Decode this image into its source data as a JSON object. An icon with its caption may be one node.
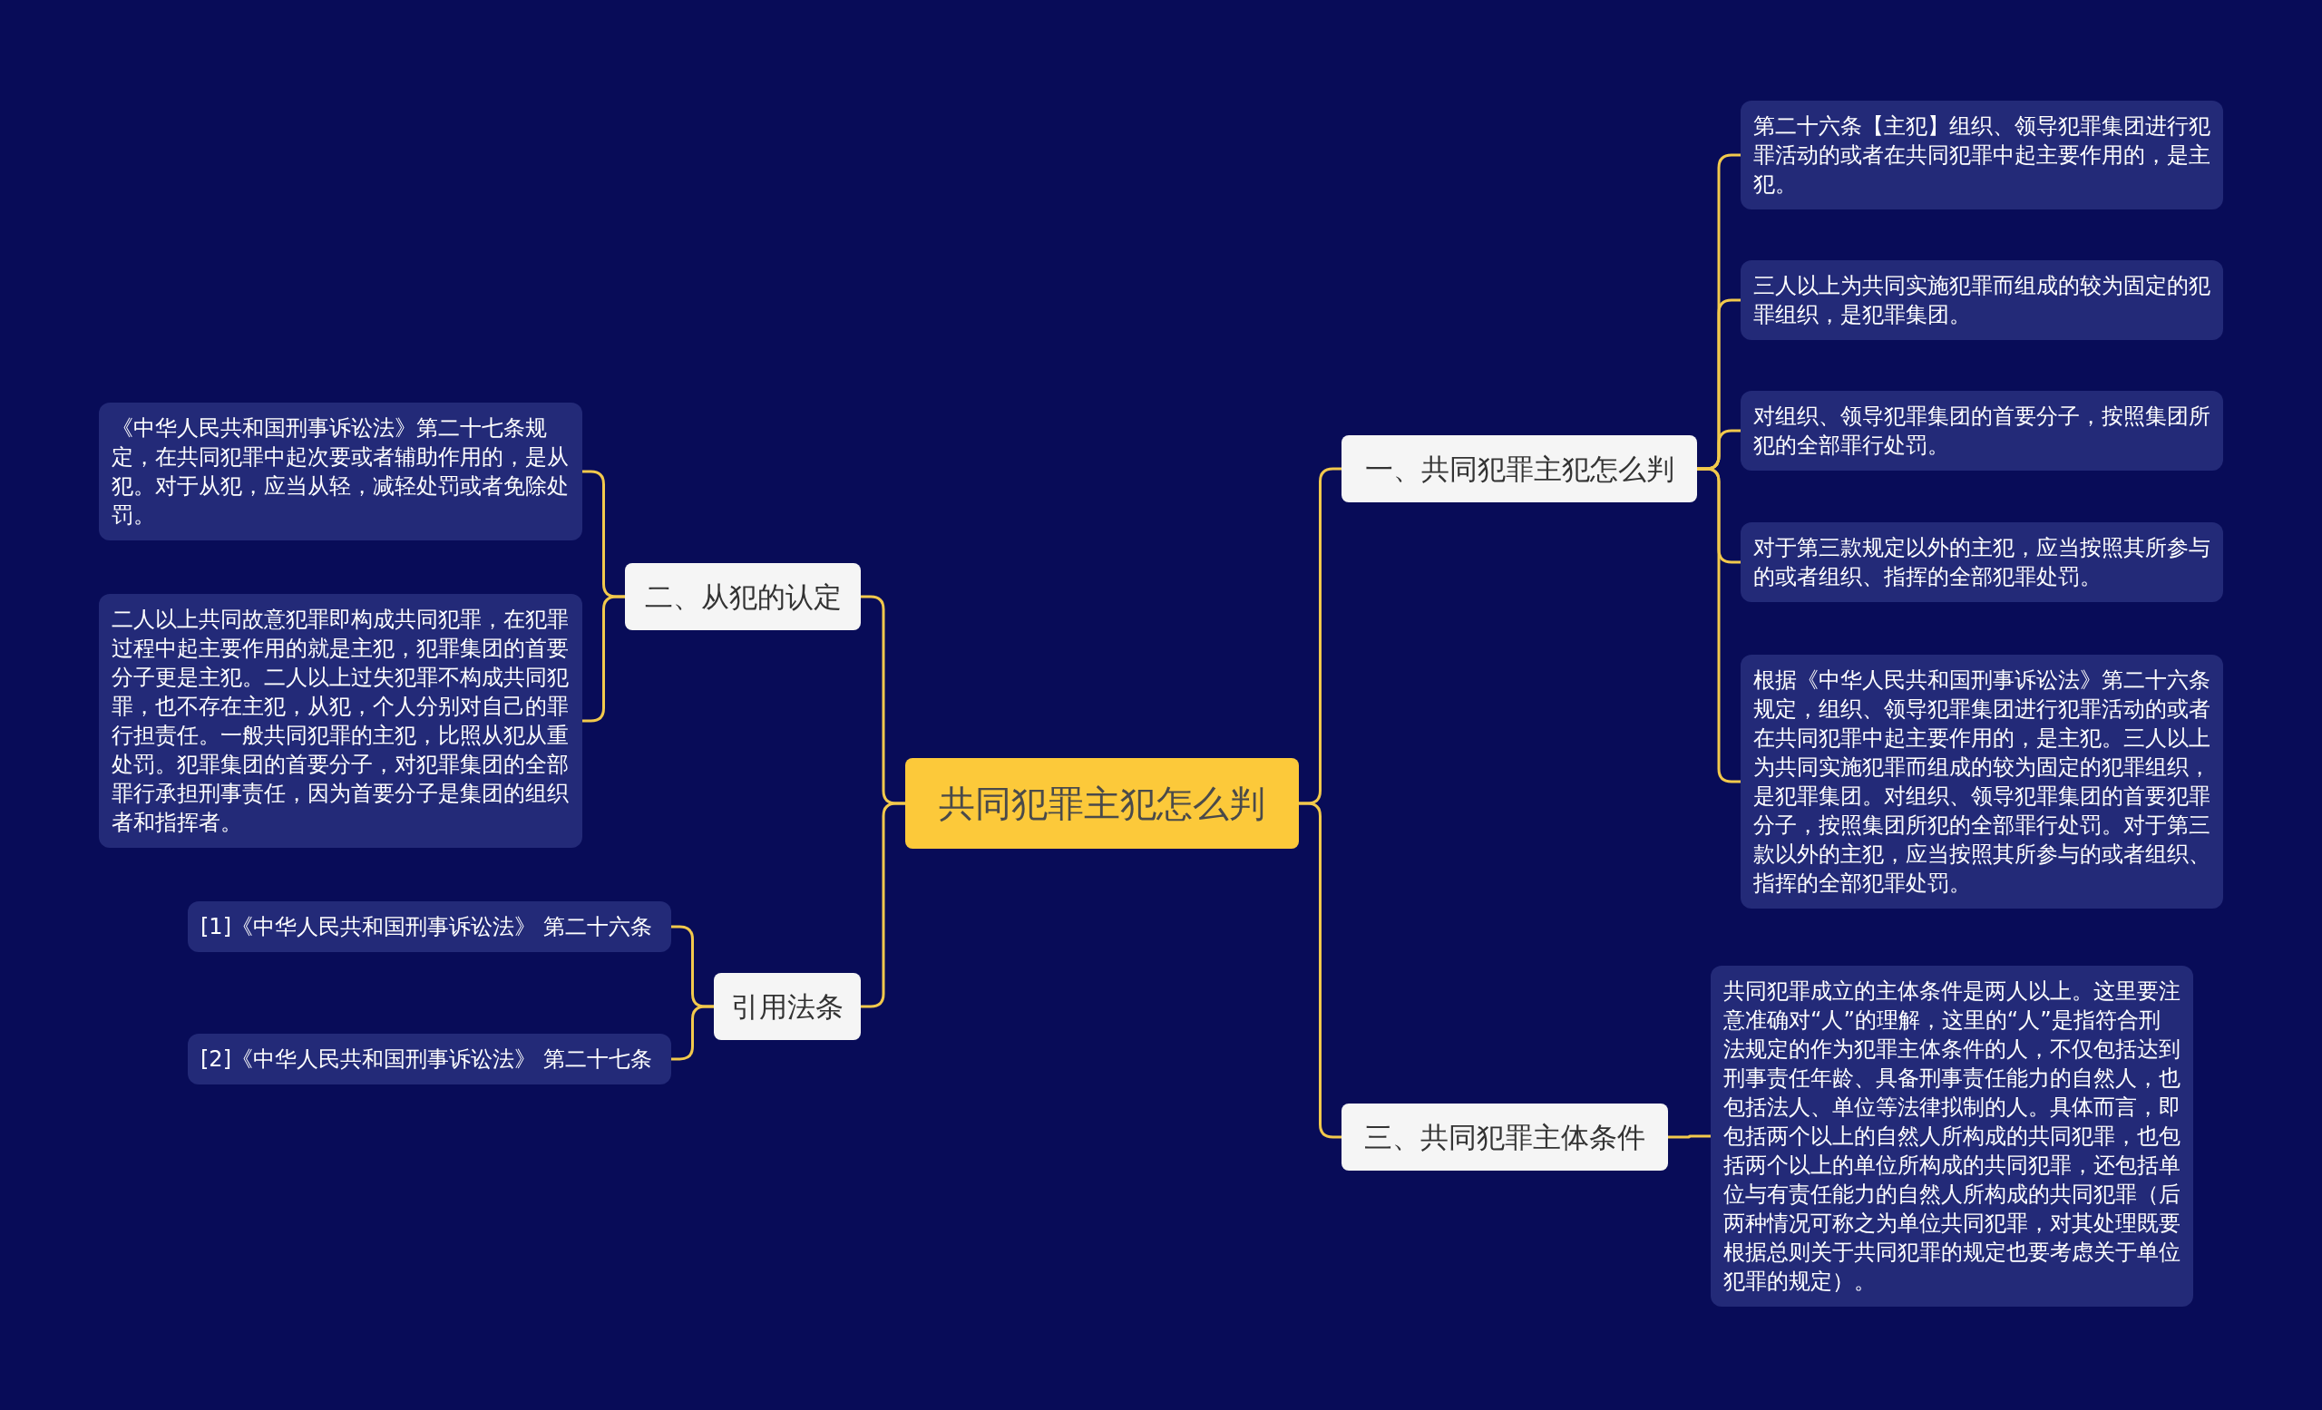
{
  "diagram": {
    "nodes": [
      {
        "text": [
          "共同犯罪主犯怎么判"
        ]
      },
      {
        "text": [
          "一、共同犯罪主犯怎么判"
        ]
      },
      {
        "text": [
          "第二十六条【主犯】组织、领导犯罪集团进行犯罪活动的或者在共同犯罪中起主要作用的，是主犯。"
        ]
      },
      {
        "text": [
          "三人以上为共同实施犯罪而组成的较为固定的犯罪组织，是犯罪集团。"
        ]
      },
      {
        "text": [
          "对组织、领导犯罪集团的首要分子，按照集团所犯的全部罪行处罚。"
        ]
      },
      {
        "text": [
          "对于第三款规定以外的主犯，应当按照其所参与的或者组织、指挥的全部犯罪处罚。"
        ]
      },
      {
        "text": [
          "根据《中华人民共和国刑事诉讼法》第二十六条规定，组织、领导犯罪集团进行犯罪活动的或者在共同犯罪中起主要作用的，是主犯。三人以上为共同实施犯罪而组成的较为固定的犯罪组织，是犯罪集团。对组织、领导犯罪集团的首要犯罪分子，按照集团所犯的全部罪行处罚。对于第三款以外的主犯，应当按照其所参与的或者组织、指挥的全部犯罪处罚。"
        ]
      },
      {
        "text": [
          "三、共同犯罪主体条件"
        ]
      },
      {
        "text": [
          "共同犯罪成立的主体条件是两人以上。这里要注意准确对“人”的理解，这里的“人”是指符合刑法规定的作为犯罪主体条件的人，不仅包括达到刑事责任年龄、具备刑事责任能力的自然人，也包括法人、单位等法律拟制的人。具体而言，即包括两个以上的自然人所构成的共同犯罪，也包括两个以上的单位所构成的共同犯罪，还包括单位与有责任能力的自然人所构成的共同犯罪（后两种情况可称之为单位共同犯罪，对其处理既要根据总则关于共同犯罪的规定也要考虑关于单位犯罪的规定）。"
        ]
      },
      {
        "text": [
          "二、从犯的认定"
        ]
      },
      {
        "text": [
          "《中华人民共和国刑事诉讼法》第二十七条规定，在共同犯罪中起次要或者辅助作用的，是从犯。对于从犯，应当从轻，减轻处罚或者免除处罚。"
        ]
      },
      {
        "text": [
          "二人以上共同故意犯罪即构成共同犯罪，在犯罪过程中起主要作用的就是主犯，犯罪集团的首要分子更是主犯。二人以上过失犯罪不构成共同犯罪，也不存在主犯，从犯，个人分别对自己的罪行担责任。一般共同犯罪的主犯，比照从犯从重处罚。犯罪集团的首要分子，对犯罪集团的全部罪行承担刑事责任，因为首要分子是集团的组织者和指挥者。"
        ]
      },
      {
        "text": [
          "引用法条"
        ]
      },
      {
        "text": [
          "[1]《中华人民共和国刑事诉讼法》 第二十六条"
        ]
      },
      {
        "text": [
          "[2]《中华人民共和国刑事诉讼法》 第二十七条"
        ]
      }
    ],
    "edges": [
      {
        "from": 0,
        "to": 1,
        "arrow": "none"
      },
      {
        "from": 1,
        "to": 2,
        "arrow": "none"
      },
      {
        "from": 1,
        "to": 3,
        "arrow": "none"
      },
      {
        "from": 1,
        "to": 4,
        "arrow": "none"
      },
      {
        "from": 1,
        "to": 5,
        "arrow": "none"
      },
      {
        "from": 1,
        "to": 6,
        "arrow": "none"
      },
      {
        "from": 0,
        "to": 7,
        "arrow": "none"
      },
      {
        "from": 7,
        "to": 8,
        "arrow": "none"
      },
      {
        "from": 0,
        "to": 9,
        "arrow": "none"
      },
      {
        "from": 9,
        "to": 10,
        "arrow": "none"
      },
      {
        "from": 9,
        "to": 11,
        "arrow": "none"
      },
      {
        "from": 0,
        "to": 12,
        "arrow": "none"
      },
      {
        "from": 12,
        "to": 13,
        "arrow": "none"
      },
      {
        "from": 12,
        "to": 14,
        "arrow": "none"
      }
    ]
  }
}
